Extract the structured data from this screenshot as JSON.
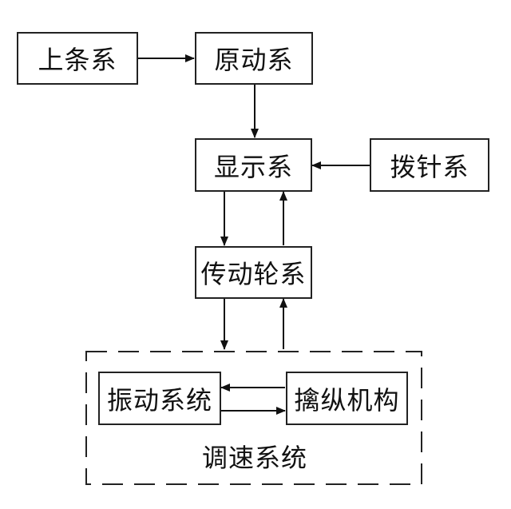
{
  "nodes": {
    "shangtiao": "上条系",
    "yuandong": "原动系",
    "xianshi": "显示系",
    "bozhen": "拨针系",
    "chuandong": "传动轮系",
    "zhendong": "振动系统",
    "qinzong": "擒纵机构"
  },
  "group": {
    "label": "调速系统"
  },
  "edges": [
    {
      "from": "shangtiao",
      "to": "yuandong"
    },
    {
      "from": "yuandong",
      "to": "xianshi"
    },
    {
      "from": "bozhen",
      "to": "xianshi"
    },
    {
      "from": "xianshi",
      "to": "chuandong"
    },
    {
      "from": "chuandong",
      "to": "xianshi"
    },
    {
      "from": "chuandong",
      "to": "tiaosu"
    },
    {
      "from": "tiaosu",
      "to": "chuandong"
    },
    {
      "from": "qinzong",
      "to": "zhendong"
    },
    {
      "from": "zhendong",
      "to": "qinzong"
    }
  ]
}
